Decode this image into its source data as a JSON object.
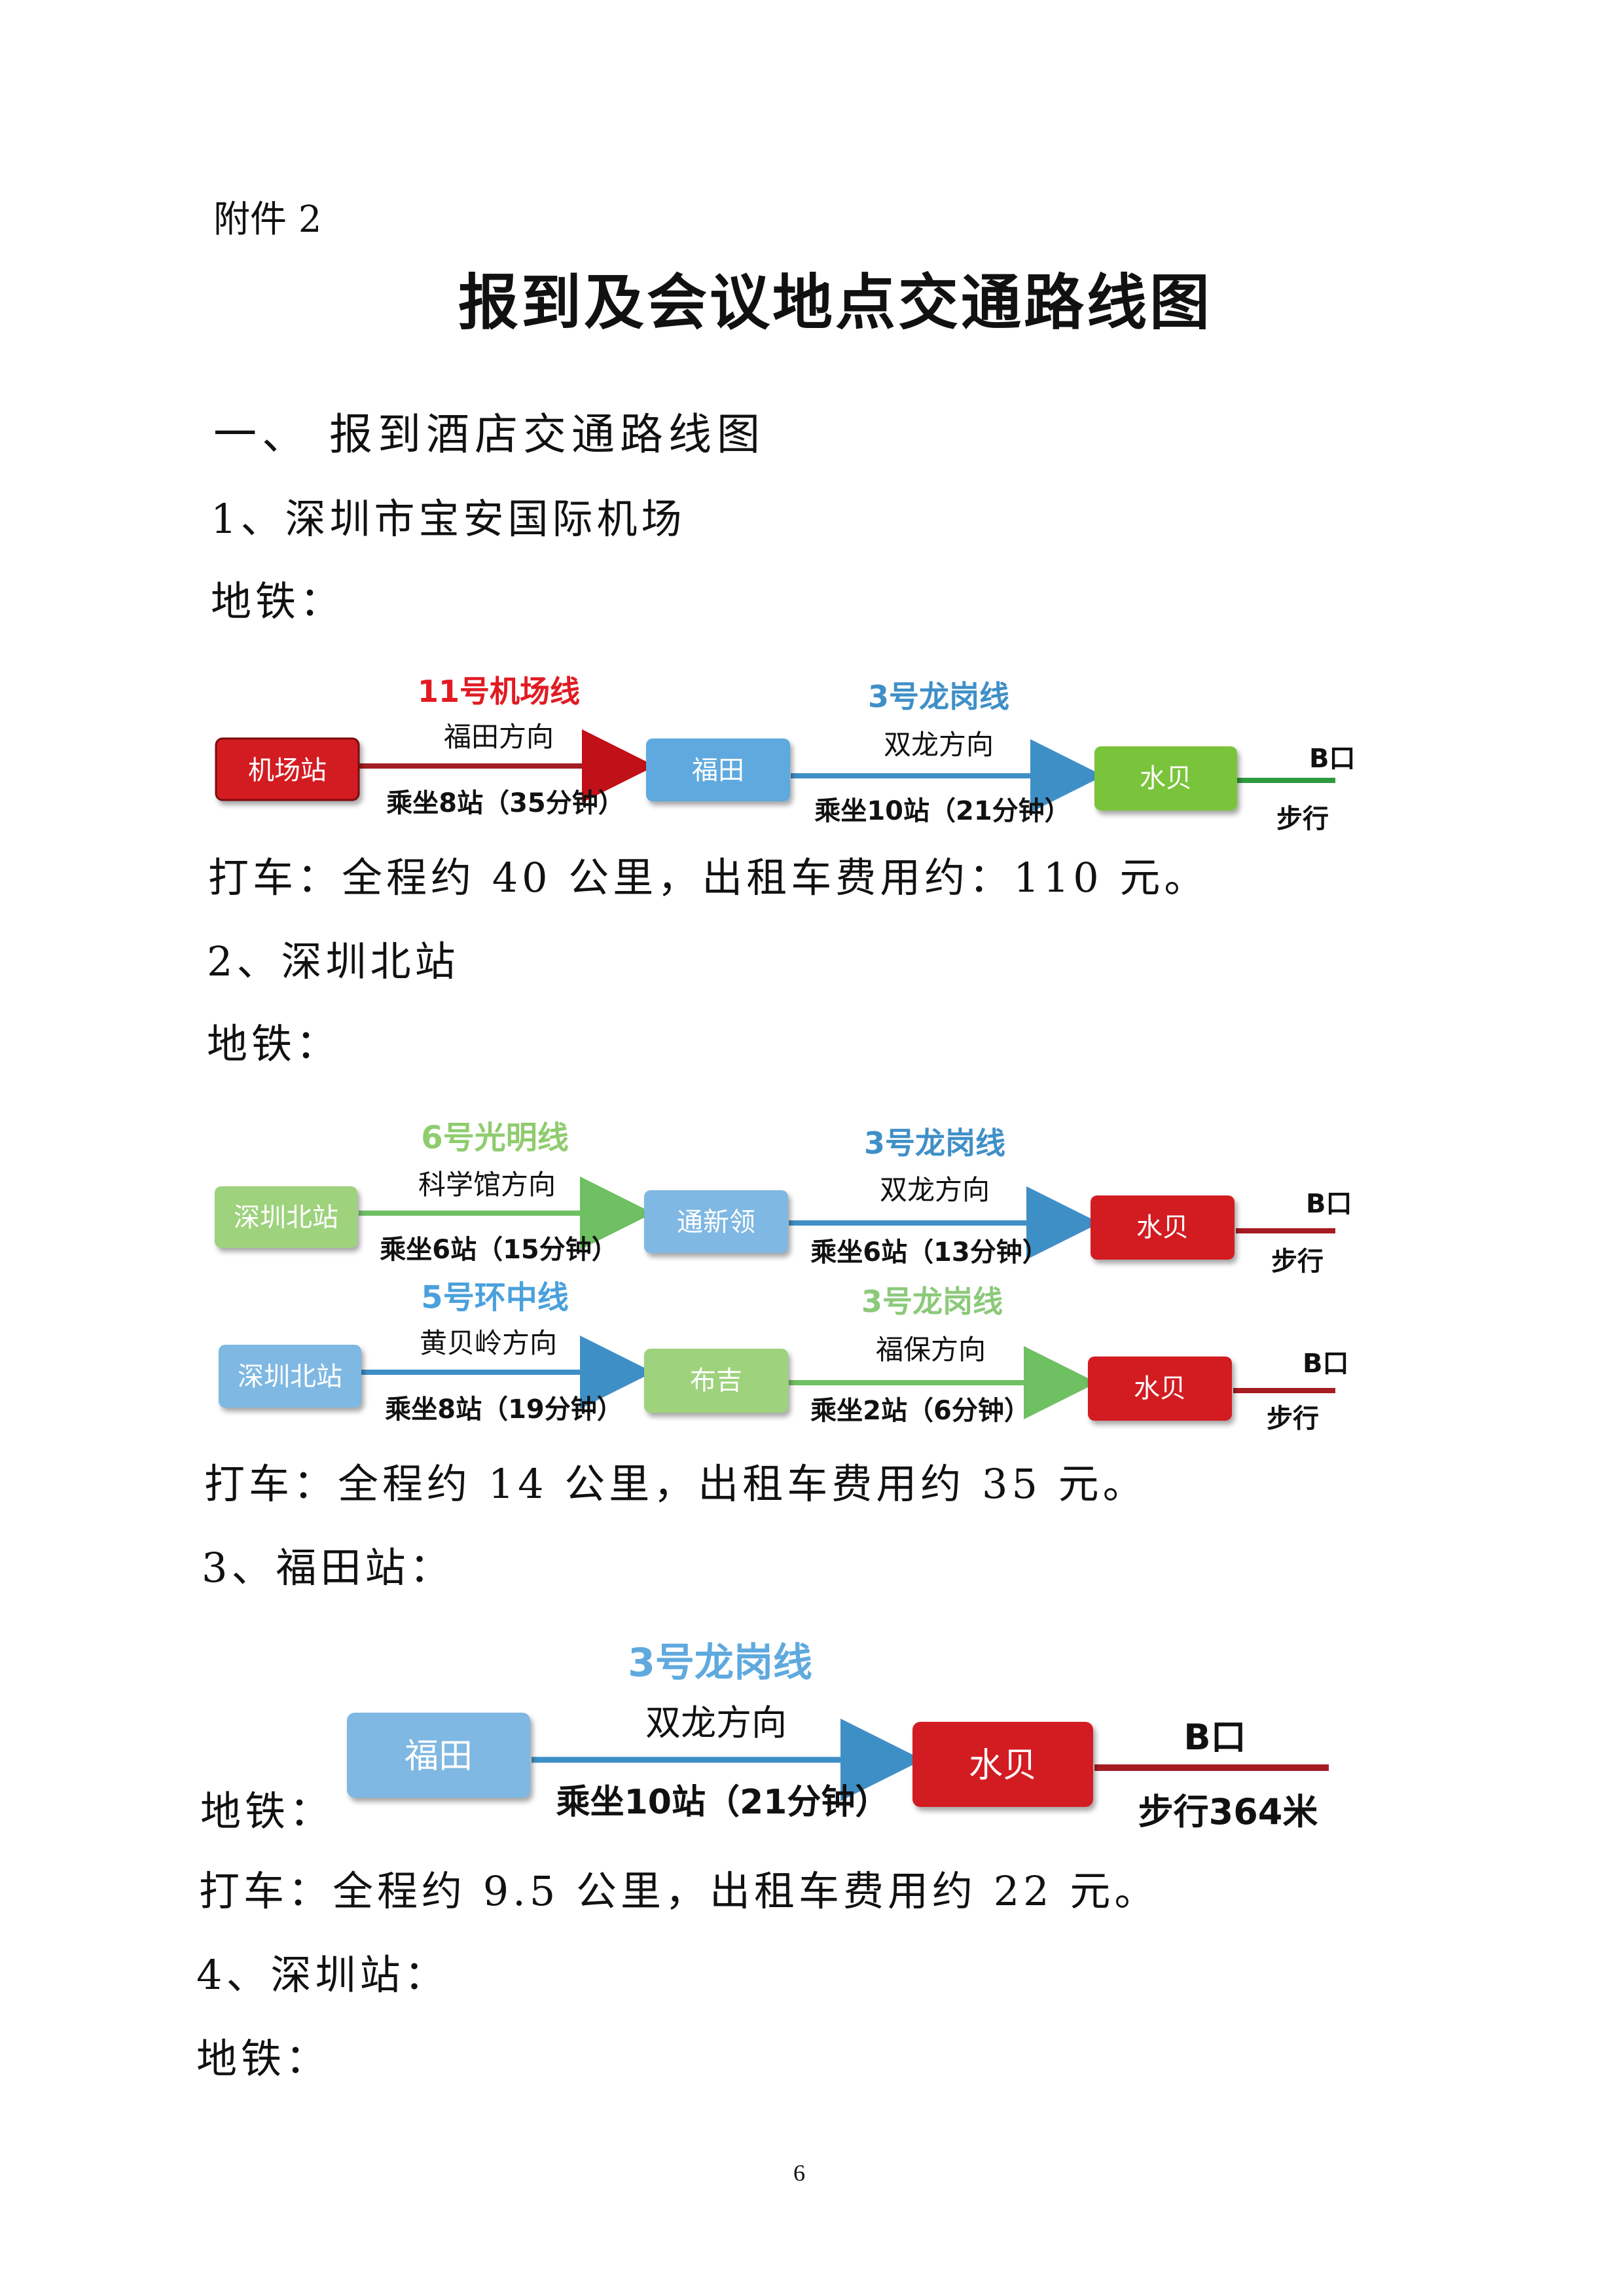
{
  "header": {
    "attachment": "附件 2",
    "title": "报到及会议地点交通路线图"
  },
  "section1": {
    "heading": "一、 报到酒店交通路线图"
  },
  "s1": {
    "heading": "1、深圳市宝安国际机场",
    "metro_label": "地铁：",
    "route": {
      "start": "机场站",
      "line1": "11号机场线",
      "dir1": "福田方向",
      "ride1": "乘坐8站（35分钟）",
      "mid": "福田",
      "line2": "3号龙岗线",
      "dir2": "双龙方向",
      "ride2": "乘坐10站（21分钟）",
      "end": "水贝",
      "exit": "B口",
      "walk": "步行"
    },
    "taxi": "打车：全程约 40 公里，出租车费用约：110 元。"
  },
  "s2": {
    "heading": "2、深圳北站",
    "metro_label": "地铁：",
    "routeA": {
      "start": "深圳北站",
      "line1": "6号光明线",
      "dir1": "科学馆方向",
      "ride1": "乘坐6站（15分钟）",
      "mid": "通新领",
      "line2": "3号龙岗线",
      "dir2": "双龙方向",
      "ride2": "乘坐6站（13分钟）",
      "end": "水贝",
      "exit": "B口",
      "walk": "步行"
    },
    "routeB": {
      "start": "深圳北站",
      "line1": "5号环中线",
      "dir1": "黄贝岭方向",
      "ride1": "乘坐8站（19分钟）",
      "mid": "布吉",
      "line2": "3号龙岗线",
      "dir2": "福保方向",
      "ride2": "乘坐2站（6分钟）",
      "end": "水贝",
      "exit": "B口",
      "walk": "步行"
    },
    "taxi": "打车：全程约 14 公里，出租车费用约 35 元。"
  },
  "s3": {
    "heading": "3、福田站：",
    "metro_label": "地铁：",
    "route": {
      "start": "福田",
      "line": "3号龙岗线",
      "dir": "双龙方向",
      "ride": "乘坐10站（21分钟）",
      "end": "水贝",
      "exit": "B口",
      "walk": "步行364米"
    },
    "taxi": "打车：全程约 9.5 公里，出租车费用约 22 元。"
  },
  "s4": {
    "heading": "4、深圳站：",
    "metro_label": "地铁："
  },
  "page_number": "6",
  "colors": {
    "red": "#d9141b",
    "blue": "#4a9fd8",
    "green": "#7dc535",
    "light_green": "#9ed27d",
    "light_blue": "#7fb8e2",
    "line11": "#e11b22",
    "line3": "#3f8fc7",
    "line6": "#8fcc6e",
    "line5": "#4aa0dc",
    "line3_alt": "#8cc97a"
  }
}
